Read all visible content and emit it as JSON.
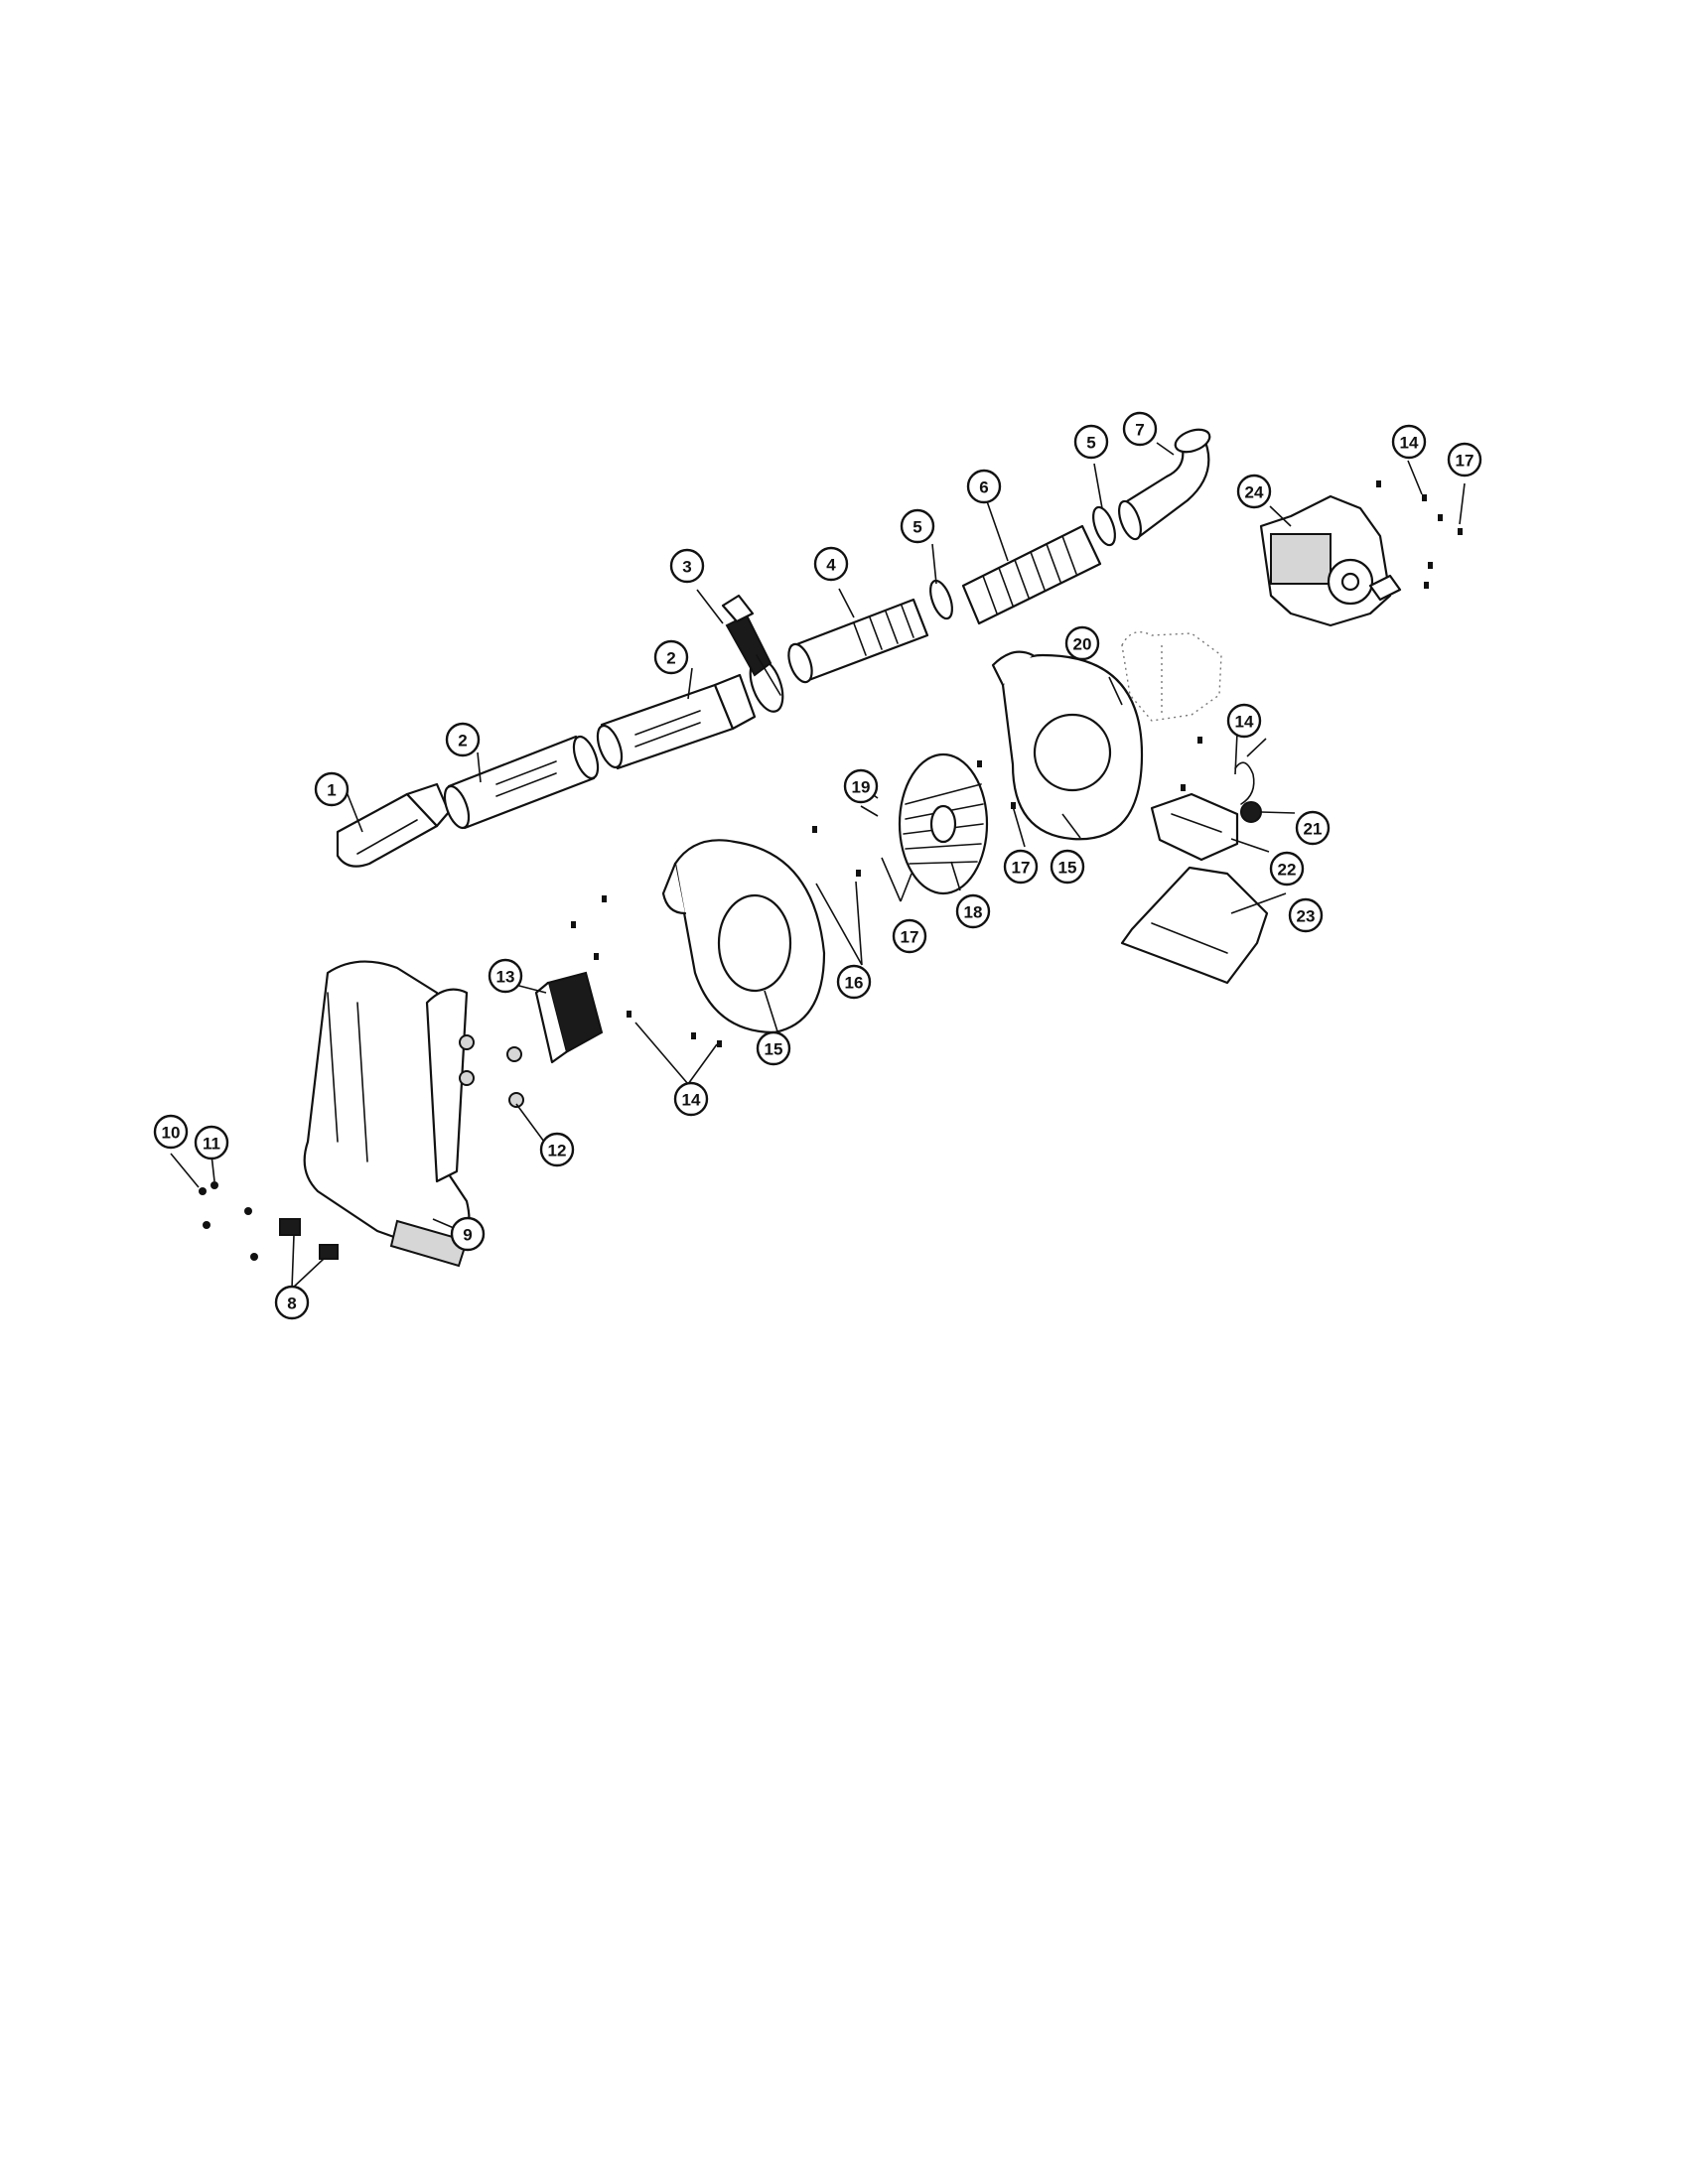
{
  "diagram": {
    "callouts": [
      {
        "id": "c1",
        "label": "1"
      },
      {
        "id": "c2a",
        "label": "2"
      },
      {
        "id": "c2b",
        "label": "2"
      },
      {
        "id": "c3",
        "label": "3"
      },
      {
        "id": "c4",
        "label": "4"
      },
      {
        "id": "c5a",
        "label": "5"
      },
      {
        "id": "c5b",
        "label": "5"
      },
      {
        "id": "c6",
        "label": "6"
      },
      {
        "id": "c7",
        "label": "7"
      },
      {
        "id": "c8",
        "label": "8"
      },
      {
        "id": "c9",
        "label": "9"
      },
      {
        "id": "c10",
        "label": "10"
      },
      {
        "id": "c11",
        "label": "11"
      },
      {
        "id": "c12",
        "label": "12"
      },
      {
        "id": "c13",
        "label": "13"
      },
      {
        "id": "c14a",
        "label": "14"
      },
      {
        "id": "c14b",
        "label": "14"
      },
      {
        "id": "c14c",
        "label": "14"
      },
      {
        "id": "c15a",
        "label": "15"
      },
      {
        "id": "c15b",
        "label": "15"
      },
      {
        "id": "c16",
        "label": "16"
      },
      {
        "id": "c17a",
        "label": "17"
      },
      {
        "id": "c17b",
        "label": "17"
      },
      {
        "id": "c17c",
        "label": "17"
      },
      {
        "id": "c18",
        "label": "18"
      },
      {
        "id": "c19",
        "label": "19"
      },
      {
        "id": "c20",
        "label": "20"
      },
      {
        "id": "c21",
        "label": "21"
      },
      {
        "id": "c22",
        "label": "22"
      },
      {
        "id": "c23",
        "label": "23"
      },
      {
        "id": "c24",
        "label": "24"
      }
    ]
  }
}
